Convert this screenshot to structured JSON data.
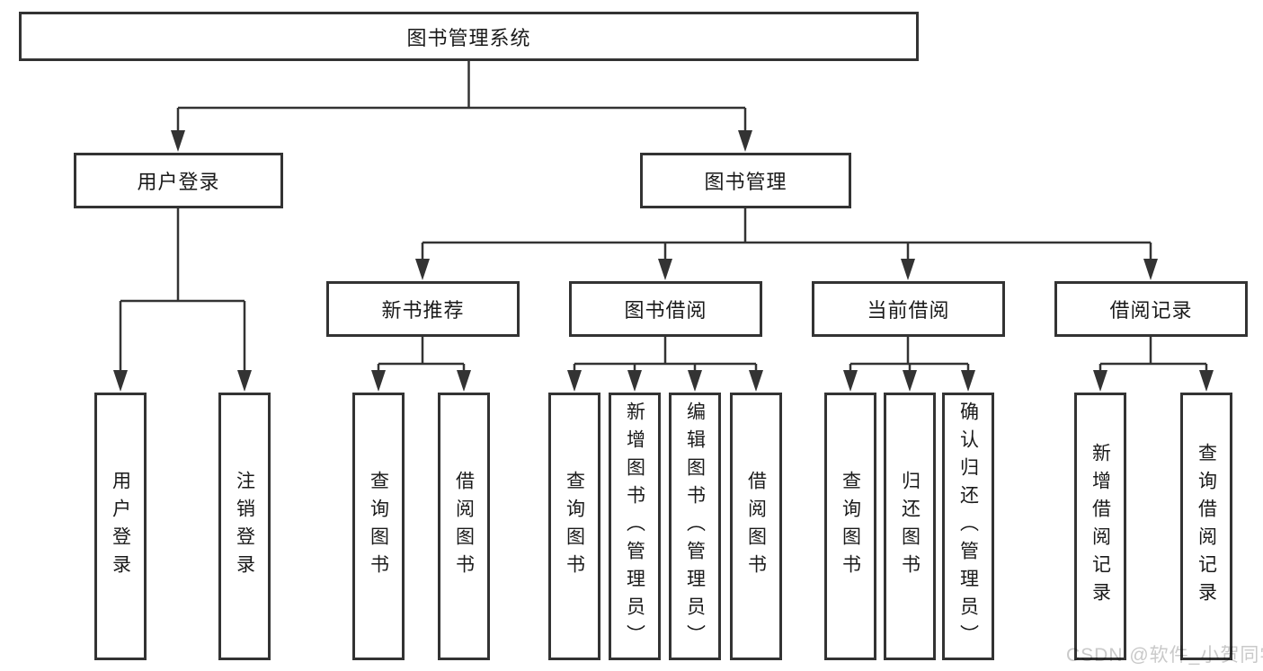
{
  "diagram": {
    "root": {
      "label": "图书管理系统",
      "children": [
        {
          "label": "用户登录",
          "children": [
            {
              "label": "用户登录"
            },
            {
              "label": "注销登录"
            }
          ]
        },
        {
          "label": "图书管理",
          "children": [
            {
              "label": "新书推荐",
              "children": [
                {
                  "label": "查询图书"
                },
                {
                  "label": "借阅图书"
                }
              ]
            },
            {
              "label": "图书借阅",
              "children": [
                {
                  "label": "查询图书"
                },
                {
                  "label": "新增图书（管理员）"
                },
                {
                  "label": "编辑图书（管理员）"
                },
                {
                  "label": "借阅图书"
                }
              ]
            },
            {
              "label": "当前借阅",
              "children": [
                {
                  "label": "查询图书"
                },
                {
                  "label": "归还图书"
                },
                {
                  "label": "确认归还（管理员）"
                }
              ]
            },
            {
              "label": "借阅记录",
              "children": [
                {
                  "label": "新增借阅记录"
                },
                {
                  "label": "查询借阅记录"
                }
              ]
            }
          ]
        }
      ]
    }
  },
  "watermark": {
    "text": "CSDN @软件_小贺同学"
  },
  "colors": {
    "line": "#333333",
    "box_border": "#333333",
    "background": "#ffffff",
    "text": "#1a1a1a",
    "watermark": "#c9c9c9"
  }
}
